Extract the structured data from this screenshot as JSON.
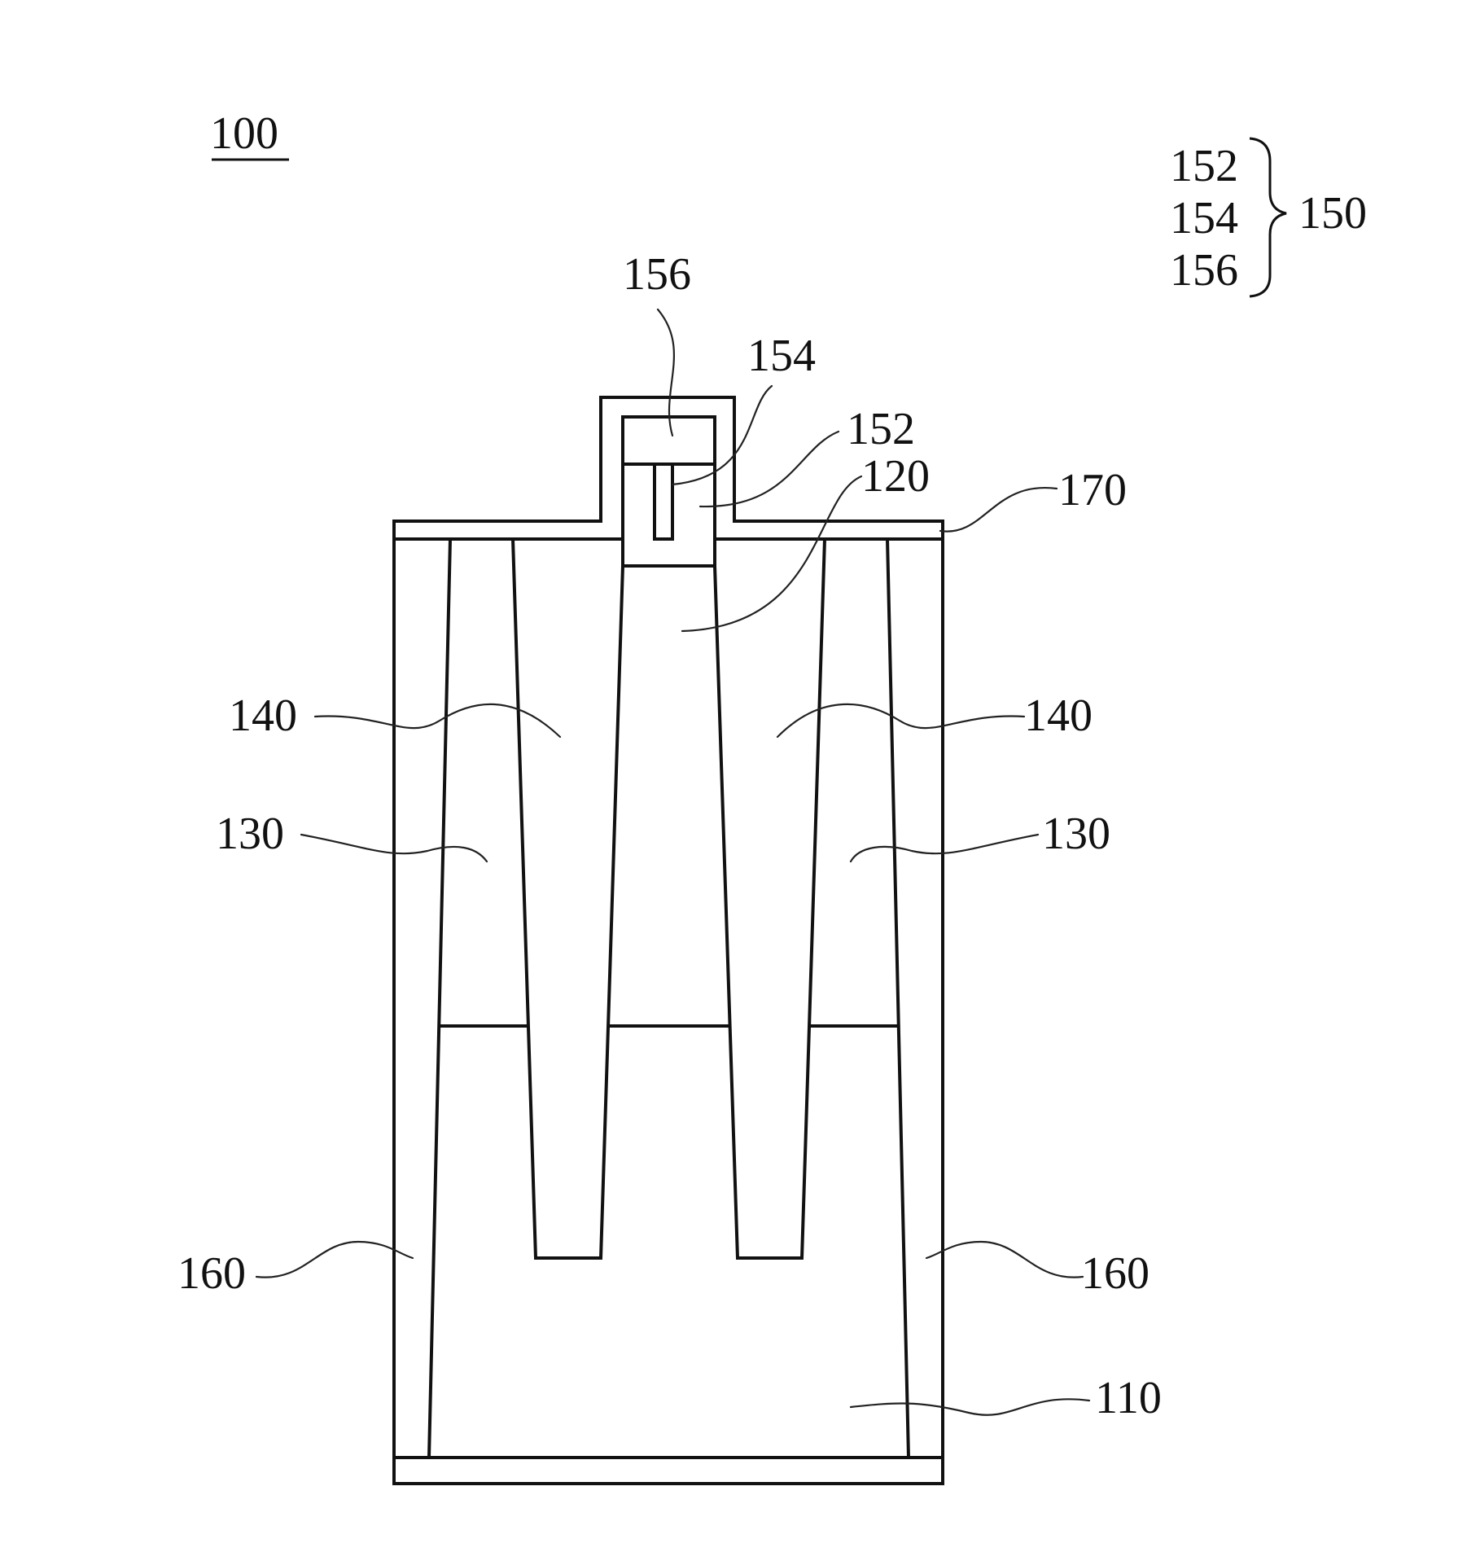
{
  "figure": {
    "device_label": "100",
    "group": {
      "members": [
        "152",
        "154",
        "156"
      ],
      "group_label": "150"
    },
    "labels": {
      "gate_top": "156",
      "gate_inner": "154",
      "gate_outer": "152",
      "body": "120",
      "top_layer": "170",
      "region_140_left": "140",
      "region_140_right": "140",
      "region_130_left": "130",
      "region_130_right": "130",
      "region_160_left": "160",
      "region_160_right": "160",
      "substrate": "110"
    }
  }
}
